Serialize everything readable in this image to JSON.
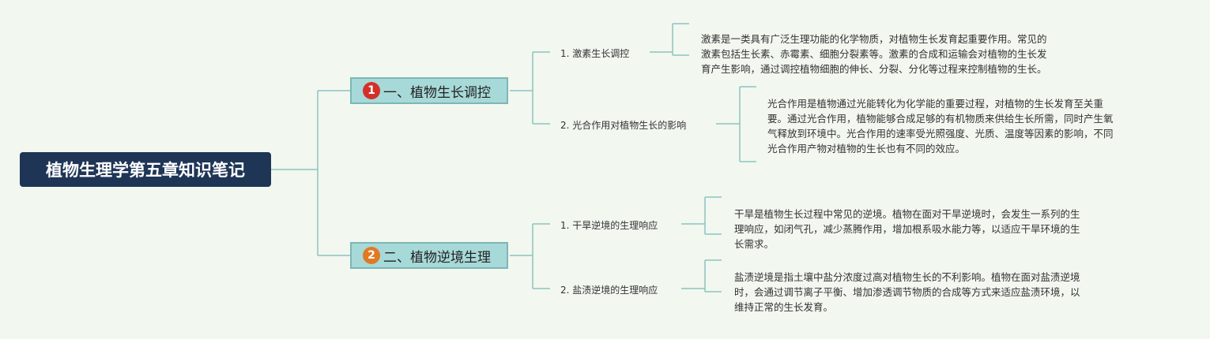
{
  "colors": {
    "background": "#f2f7f0",
    "root_fill": "#1f3556",
    "branch_fill": "#a7d9d8",
    "branch_border": "#7cb7b5",
    "connector": "#8cc3bf",
    "badge_1": "#d2312a",
    "badge_2": "#e07a25"
  },
  "root": {
    "label": "植物生理学第五章知识笔记"
  },
  "branches": [
    {
      "badge": "1",
      "label": "一、植物生长调控",
      "items": [
        {
          "label": "1. 激素生长调控",
          "desc_lines": [
            "激素是一类具有广泛生理功能的化学物质，对植物生长发育起重要作用。常见的",
            "激素包括生长素、赤霉素、细胞分裂素等。激素的合成和运输会对植物的生长发",
            "育产生影响，通过调控植物细胞的伸长、分裂、分化等过程来控制植物的生长。"
          ]
        },
        {
          "label": "2. 光合作用对植物生长的影响",
          "desc_lines": [
            "光合作用是植物通过光能转化为化学能的重要过程，对植物的生长发育至关重",
            "要。通过光合作用，植物能够合成足够的有机物质来供给生长所需，同时产生氧",
            "气释放到环境中。光合作用的速率受光照强度、光质、温度等因素的影响，不同",
            "光合作用产物对植物的生长也有不同的效应。"
          ]
        }
      ]
    },
    {
      "badge": "2",
      "label": "二、植物逆境生理",
      "items": [
        {
          "label": "1. 干旱逆境的生理响应",
          "desc_lines": [
            "干旱是植物生长过程中常见的逆境。植物在面对干旱逆境时，会发生一系列的生",
            "理响应，如闭气孔，减少蒸腾作用，增加根系吸水能力等，以适应干旱环境的生",
            "长需求。"
          ]
        },
        {
          "label": "2. 盐渍逆境的生理响应",
          "desc_lines": [
            "盐渍逆境是指土壤中盐分浓度过高对植物生长的不利影响。植物在面对盐渍逆境",
            "时，会通过调节离子平衡、增加渗透调节物质的合成等方式来适应盐渍环境，以",
            "维持正常的生长发育。"
          ]
        }
      ]
    }
  ]
}
